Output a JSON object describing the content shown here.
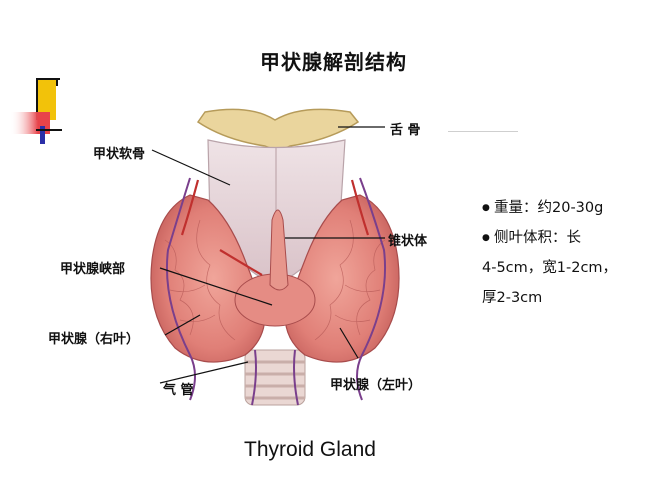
{
  "title": "甲状腺解剖结构",
  "labels": {
    "hyoid": "舌  骨",
    "thyroid_cartilage": "甲状软骨",
    "pyramidal_lobe": "锥状体",
    "isthmus": "甲状腺峡部",
    "right_lobe": "甲状腺（右叶）",
    "trachea": "气  管",
    "left_lobe": "甲状腺（左叶）"
  },
  "info": {
    "weight": "重量：约20-30g",
    "volume_label": "侧叶体积：长",
    "volume_line2": "4-5cm，宽1-2cm，",
    "volume_line3": "厚2-3cm"
  },
  "caption": "Thyroid Gland",
  "colors": {
    "accent_yellow": "#f2c20a",
    "accent_red": "#e8434a",
    "accent_blue": "#2b2fa8",
    "gland": "#e58c84",
    "cartilage": "#e9d9dd",
    "hyoid": "#ecd9a8"
  }
}
